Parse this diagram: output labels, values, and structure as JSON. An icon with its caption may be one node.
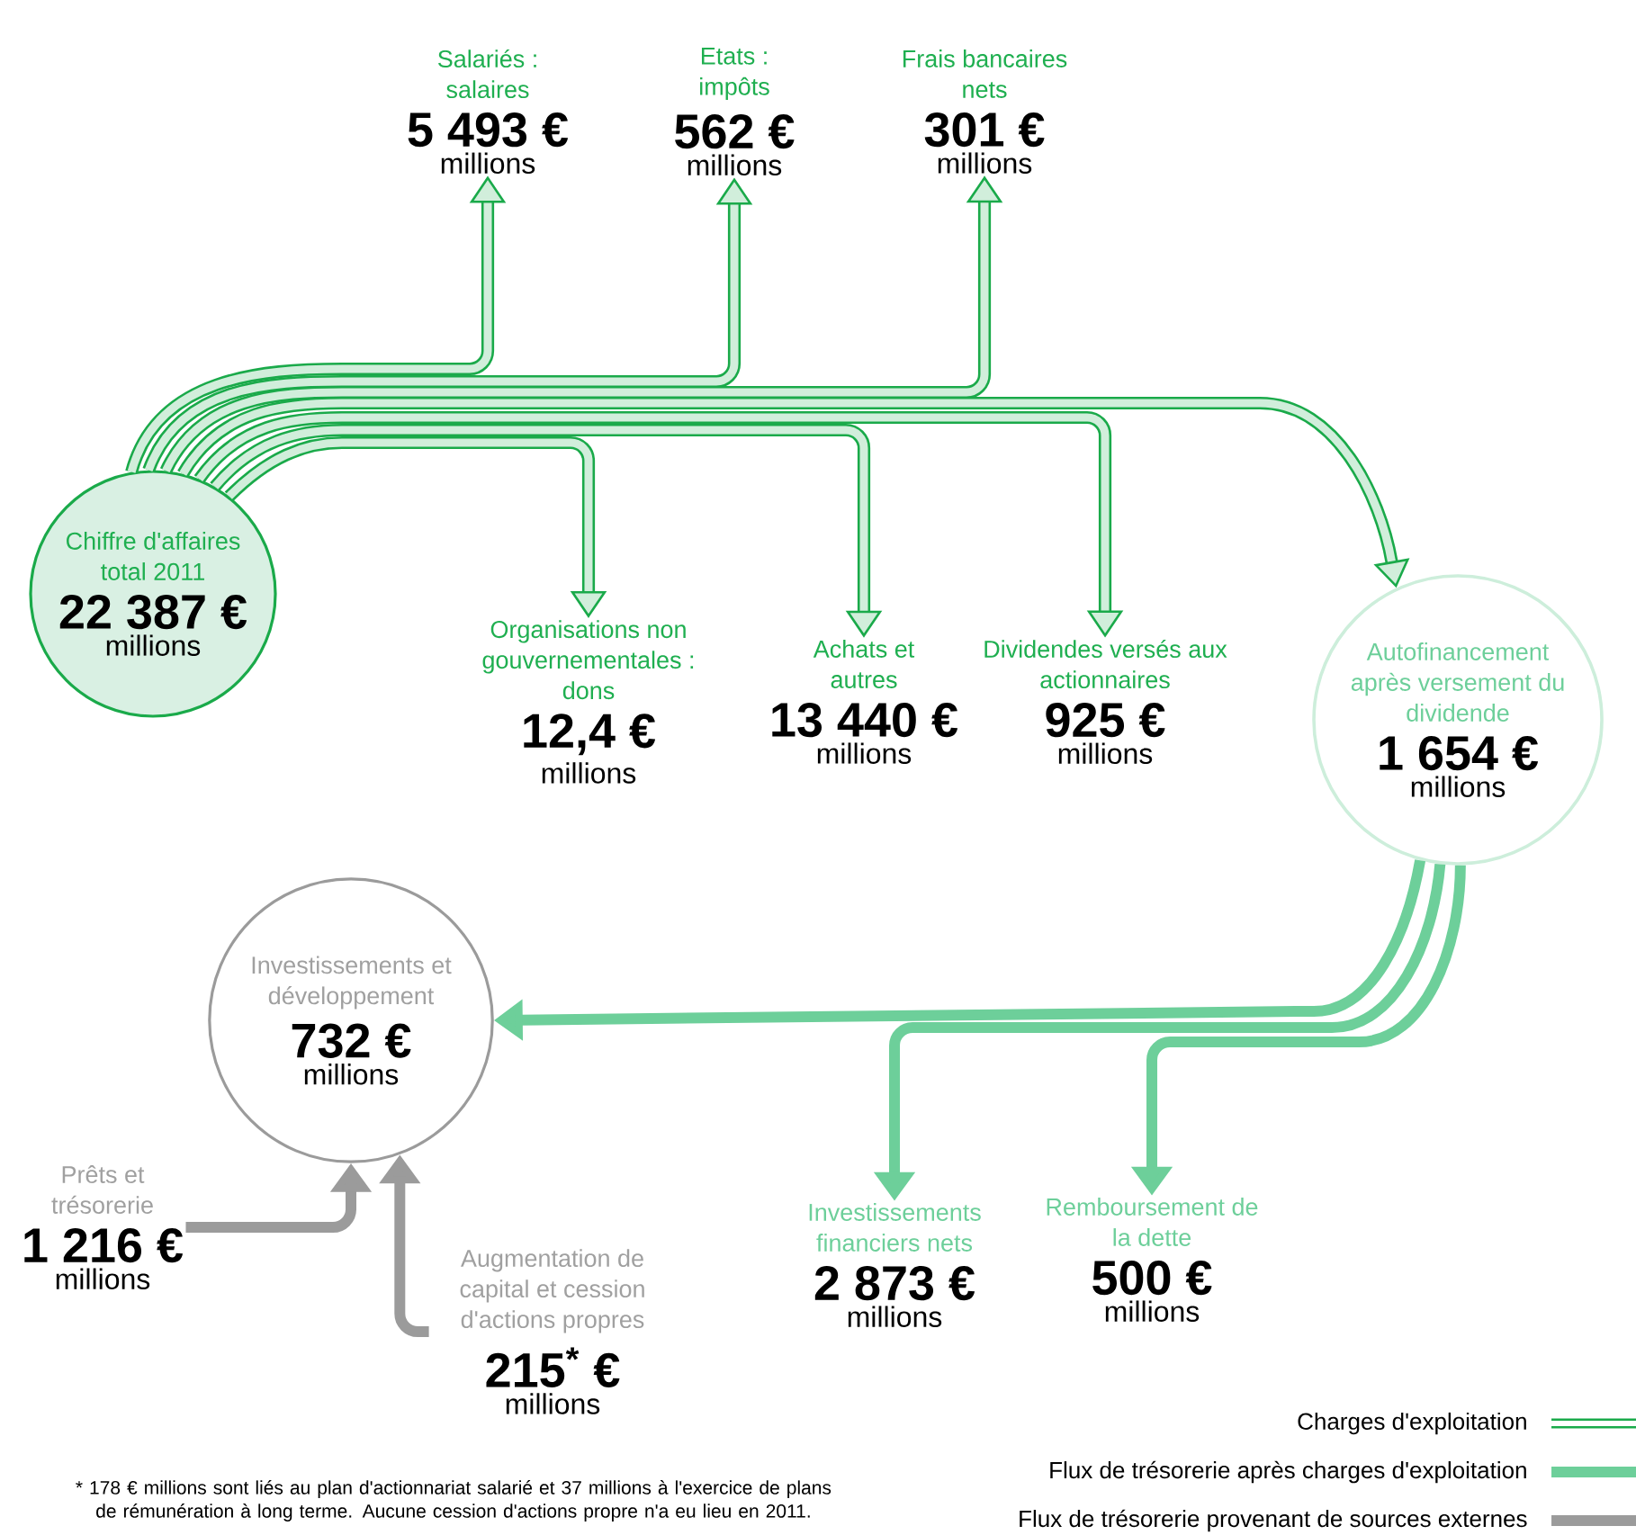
{
  "diagram": {
    "nodes": [
      {
        "text": [
          "Chiffre d'affaires total 2011",
          "22 387 €",
          "millions"
        ]
      },
      {
        "text": [
          "Salariés : salaires",
          "5 493 €",
          "millions"
        ]
      },
      {
        "text": [
          "Etats : impôts",
          "562 €",
          "millions"
        ]
      },
      {
        "text": [
          "Frais bancaires nets",
          "301 €",
          "millions"
        ]
      },
      {
        "text": [
          "Organisations non gouvernementales : dons",
          "12,4 €",
          "millions"
        ]
      },
      {
        "text": [
          "Achats et autres",
          "13 440 €",
          "millions"
        ]
      },
      {
        "text": [
          "Dividendes versés aux actionnaires",
          "925 €",
          "millions"
        ]
      },
      {
        "text": [
          "Autofinancement après versement du dividende",
          "1 654 €",
          "millions"
        ]
      },
      {
        "text": [
          "Investissements et développement",
          "732 €",
          "millions"
        ]
      },
      {
        "text": [
          "Prêts et trésorerie",
          "1 216 €",
          "millions"
        ]
      },
      {
        "text": [
          "Augmentation de capital et cession d'actions propres",
          "215$^{*}$ €",
          "millions"
        ]
      },
      {
        "text": [
          "Investissements financiers nets",
          "2 873 €",
          "millions"
        ]
      },
      {
        "text": [
          "Remboursement de la dette",
          "500 €",
          "millions"
        ]
      }
    ],
    "edges": [
      {
        "from": 0,
        "to": 1,
        "arrow": "to"
      },
      {
        "from": 0,
        "to": 2,
        "arrow": "to"
      },
      {
        "from": 0,
        "to": 3,
        "arrow": "to"
      },
      {
        "from": 0,
        "to": 7,
        "arrow": "to"
      },
      {
        "from": 0,
        "to": 6,
        "arrow": "to"
      },
      {
        "from": 0,
        "to": 5,
        "arrow": "to"
      },
      {
        "from": 0,
        "to": 4,
        "arrow": "to"
      },
      {
        "from": 7,
        "to": 8,
        "arrow": "to",
        "color": "#6dcf9a"
      },
      {
        "from": 7,
        "to": 11,
        "arrow": "to",
        "color": "#6dcf9a"
      },
      {
        "from": 7,
        "to": 12,
        "arrow": "to",
        "color": "#6dcf9a"
      },
      {
        "from": 9,
        "to": 8,
        "arrow": "to",
        "color": "#9b9b9b"
      },
      {
        "from": 10,
        "to": 8,
        "arrow": "to",
        "color": "#9b9b9b"
      }
    ],
    "labels": [
      "* 178 € millions sont liés au plan d'actionnariat salarié et 37 millions à l'exercice de plans de rémunération à long terme. Aucune cession d'actions propre n'a eu lieu en 2011."
    ],
    "legend": [
      {
        "text": "Charges d'exploitation"
      },
      {
        "text": "Flux de trésorerie après charges d'exploitation"
      },
      {
        "text": "Flux de trésorerie provenant de sources externes"
      }
    ]
  }
}
